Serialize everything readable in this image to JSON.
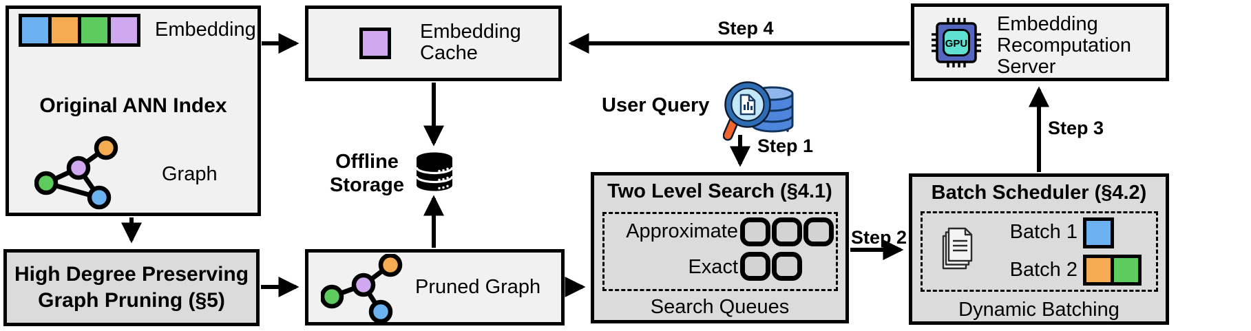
{
  "colors": {
    "blue": "#6CB2F0",
    "orange": "#F5AB52",
    "green": "#5DCB5D",
    "purple": "#CFA8EF",
    "light_box_fill": "#F1F1F1",
    "gray_box_fill": "#DBDBDB",
    "gpu_chip_body": "#5566BE",
    "gpu_chip_inner": "#5FE0D0",
    "query_handle_orange": "#F2652F",
    "query_db_blue": "#4D86DC"
  },
  "boxes": {
    "original_ann_index": {
      "title": "Original ANN Index",
      "embedding_label": "Embedding",
      "graph_label": "Graph"
    },
    "graph_pruning": {
      "title_line1": "High Degree Preserving",
      "title_line2": "Graph Pruning (§5)"
    },
    "embedding_cache": {
      "label": "Embedding Cache"
    },
    "offline_storage": {
      "label": "Offline Storage"
    },
    "pruned_graph": {
      "label": "Pruned Graph"
    },
    "user_query": {
      "label": "User Query"
    },
    "two_level_search": {
      "title": "Two Level Search (§4.1)",
      "approximate_label": "Approximate",
      "exact_label": "Exact",
      "approximate_queue_count": 3,
      "exact_queue_count": 2,
      "caption": "Search Queues"
    },
    "batch_scheduler": {
      "title": "Batch Scheduler (§4.2)",
      "batch1_label": "Batch 1",
      "batch2_label": "Batch 2",
      "caption": "Dynamic Batching"
    },
    "recomputation_server": {
      "label": "Embedding Recomputation Server",
      "gpu_chip_label": "GPU"
    }
  },
  "steps": {
    "step1": "Step 1",
    "step2": "Step 2",
    "step3": "Step 3",
    "step4": "Step 4"
  },
  "icons": {
    "offline_storage": "database-cylinder-icon",
    "user_query": "magnifier-over-database-icon",
    "recomputation_server": "gpu-chip-icon",
    "batch_scheduler": "document-stack-icon",
    "original_ann_index": "graph-nodes-icon",
    "pruned_graph": "pruned-graph-nodes-icon",
    "embedding_cache": "embedding-square-icon"
  }
}
